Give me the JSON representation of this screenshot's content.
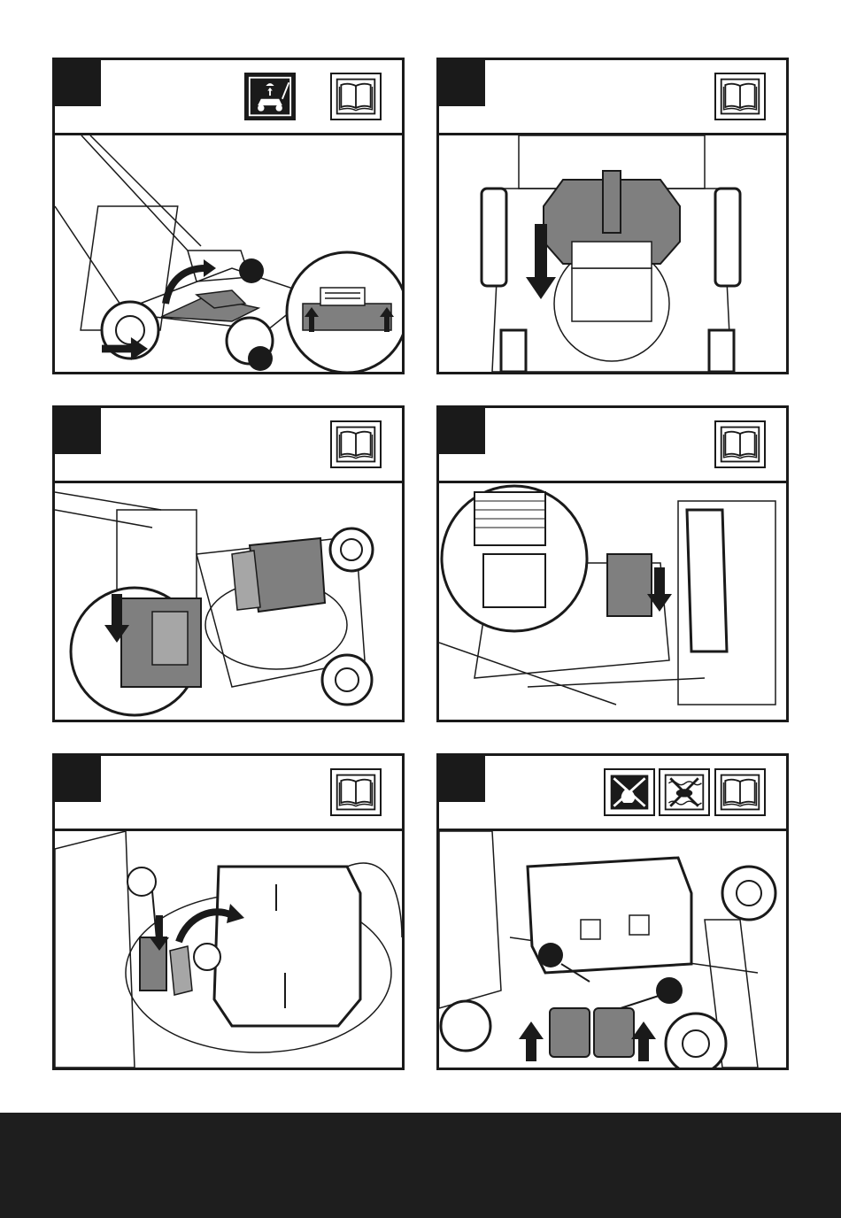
{
  "colors": {
    "ink": "#1a1a1a",
    "part_fill": "#7f7f7f",
    "part_fill_light": "#a6a6a6",
    "footer": "#1e1e1e"
  },
  "panels": [
    {
      "id": "panel-1",
      "icons": [
        "lawn-mower-remove-cover-icon",
        "read-manual-icon"
      ],
      "callouts": 2,
      "arrows": 4
    },
    {
      "id": "panel-2",
      "icons": [
        "read-manual-icon"
      ],
      "callouts": 0,
      "arrows": 1
    },
    {
      "id": "panel-3",
      "icons": [
        "read-manual-icon"
      ],
      "callouts": 0,
      "arrows": 1
    },
    {
      "id": "panel-4",
      "icons": [
        "read-manual-icon"
      ],
      "callouts": 0,
      "arrows": 1
    },
    {
      "id": "panel-5",
      "icons": [
        "read-manual-icon"
      ],
      "callouts": 2,
      "arrows": 2
    },
    {
      "id": "panel-6",
      "icons": [
        "do-not-burn-icon",
        "do-not-immerse-icon",
        "read-manual-icon"
      ],
      "callouts": 2,
      "arrows": 2
    }
  ]
}
